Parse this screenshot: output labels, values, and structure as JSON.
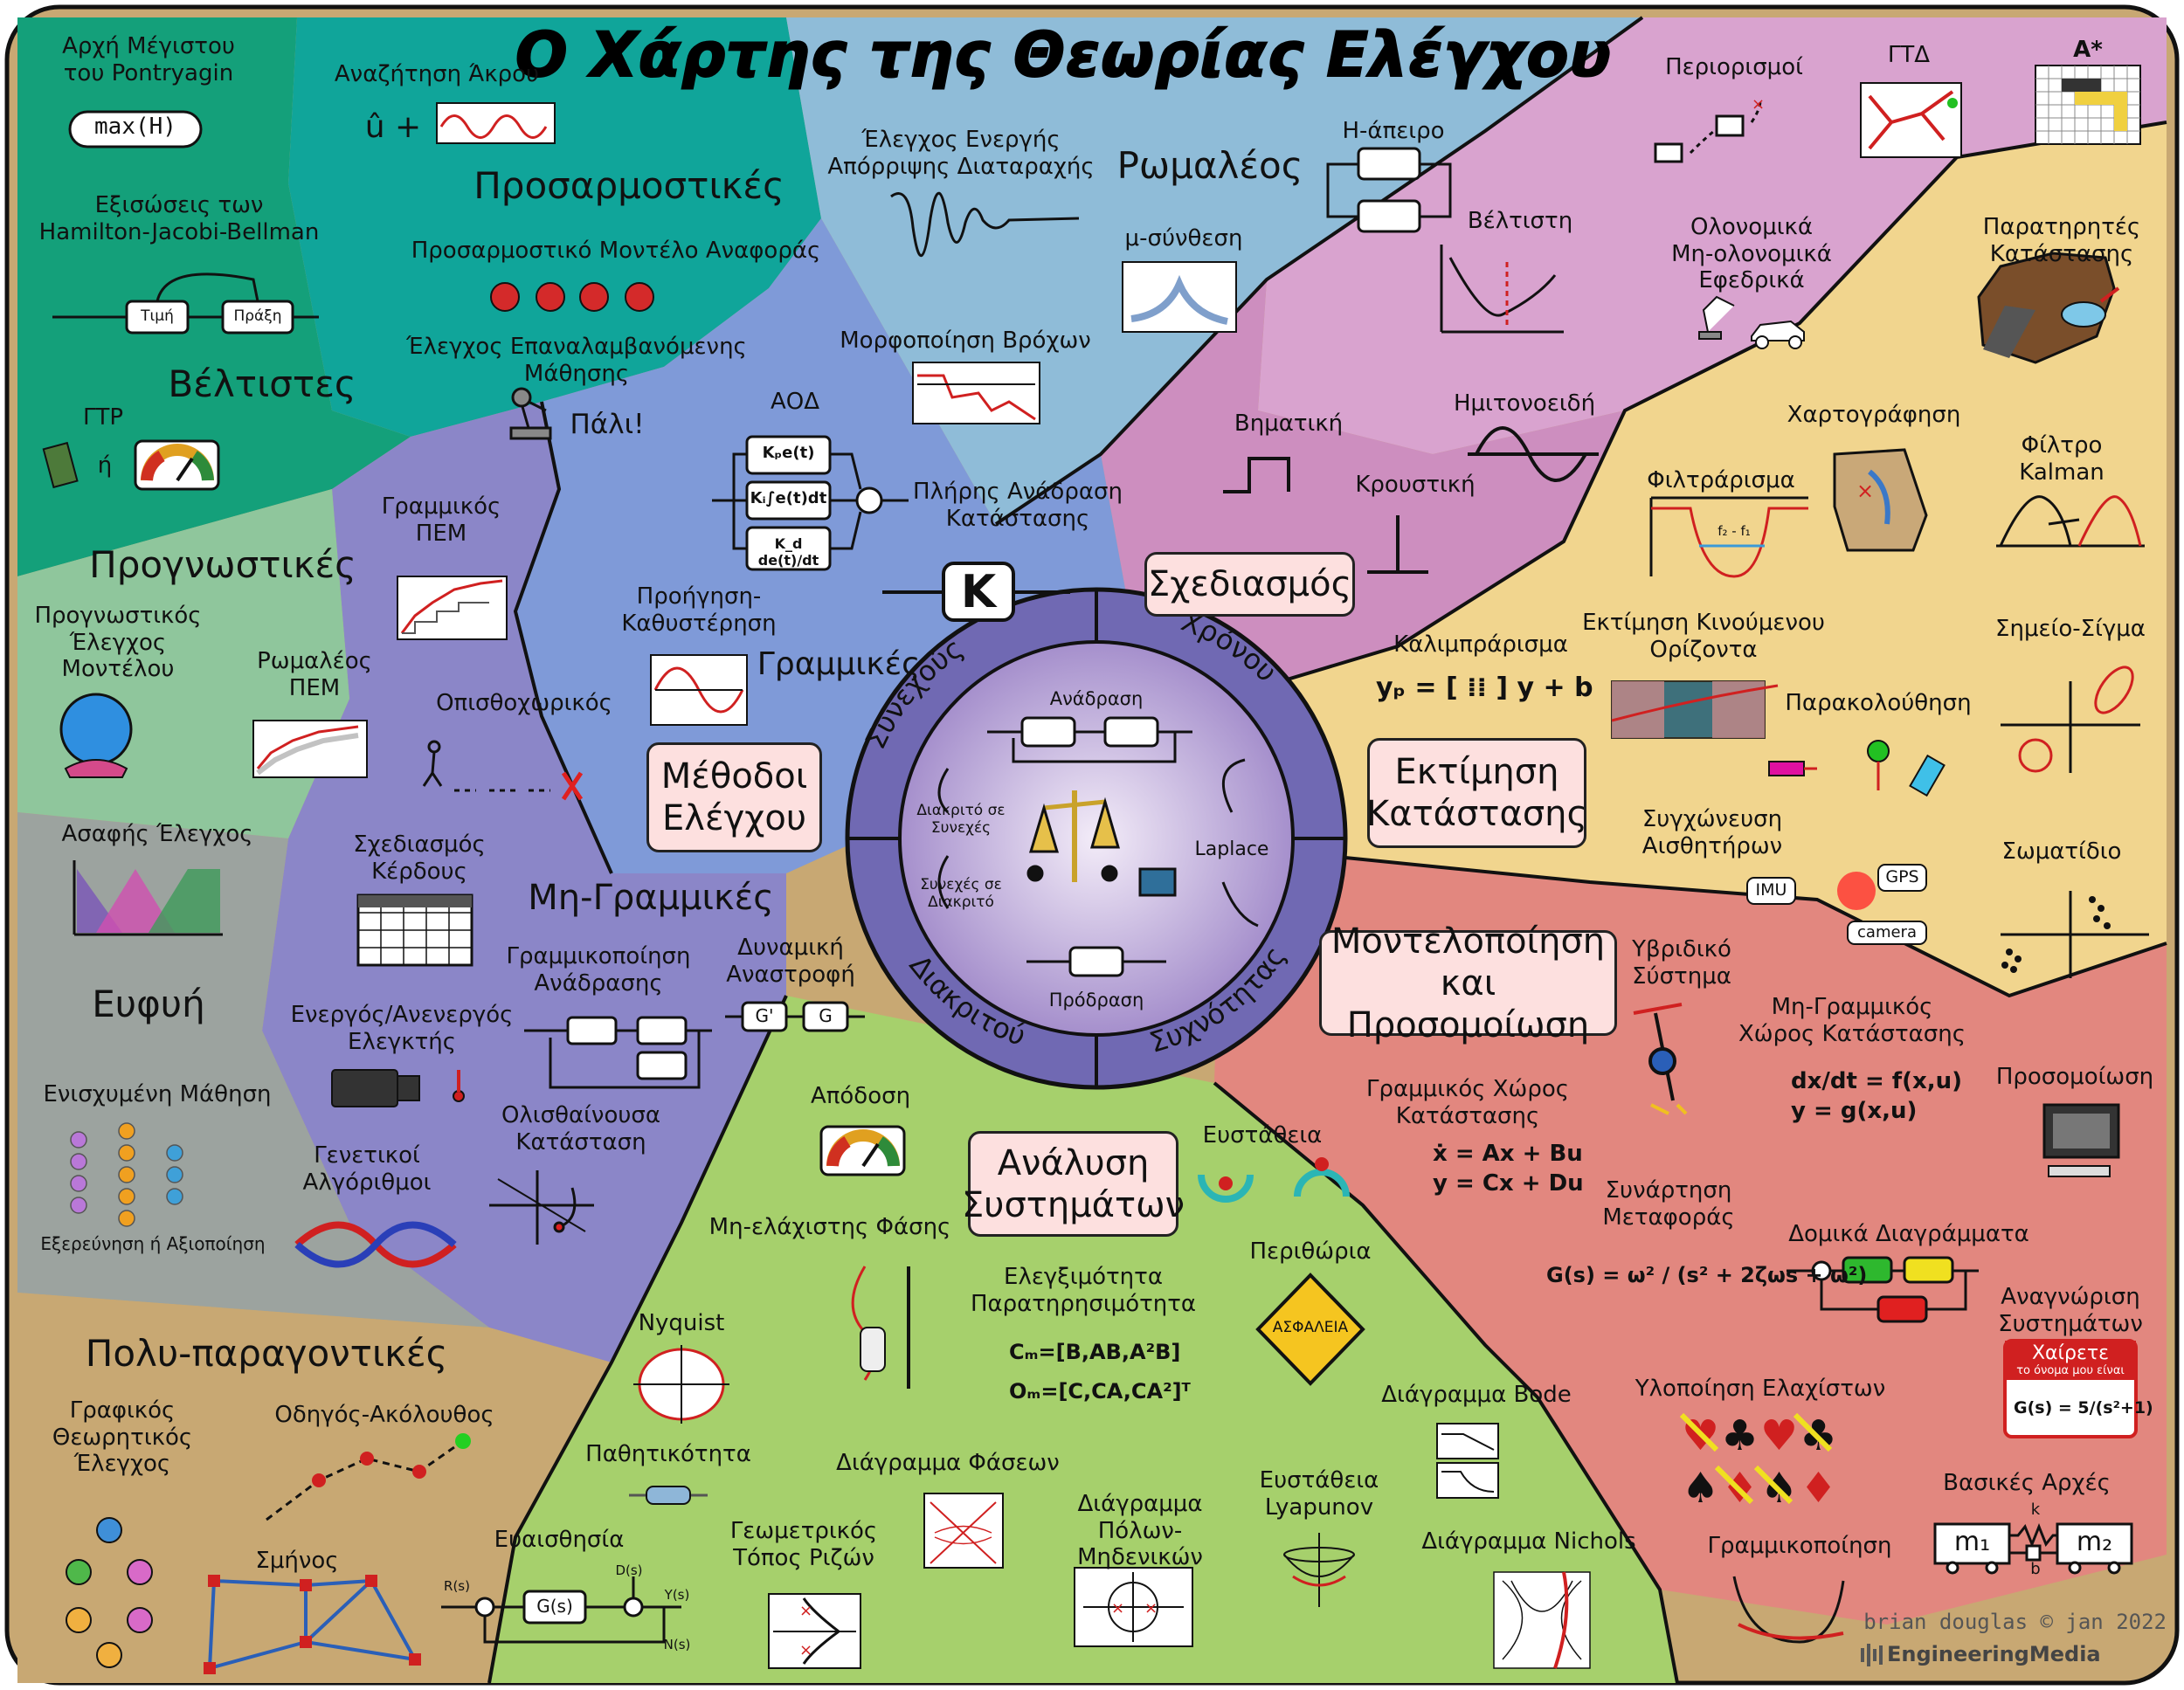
{
  "title": "Ο Χάρτης της Θεωρίας Ελέγχου",
  "colors": {
    "optimal_region": "#14a07a",
    "adaptive_region": "#10a59a",
    "robust_region": "#8fbcd8",
    "optimal_design_region": "#d9a3cf",
    "design_region": "#cd8ebf",
    "estimation_region": "#f1d58e",
    "modeling_region": "#e2877f",
    "analysis_region": "#a6d06c",
    "nonlinear_region": "#8b86c8",
    "linear_region": "#7f9ad8",
    "predictive_region": "#8fc69c",
    "intelligent_region": "#9ca39f",
    "multiagent_region": "#c8a873",
    "center_circle": "#7069b3",
    "category_box": "#fde0df"
  },
  "center": {
    "ring_top_left": "Συνεχούς",
    "ring_top_right": "Χρόνου",
    "ring_bottom_left": "Διακριτού",
    "ring_bottom_right": "Συχνότητας",
    "feedback": "Ανάδραση",
    "feedforward": "Πρόδραση",
    "d2c": "Διακριτό σε\nΣυνεχές",
    "c2d": "Συνεχές σε\nΔιακριτό",
    "laplace": "Laplace"
  },
  "categories": {
    "control_methods": "Μέθοδοι\nΕλέγχου",
    "design": "Σχεδιασμός",
    "state_estimation": "Εκτίμηση\nΚατάστασης",
    "modeling": "Μοντελοποίηση\nκαι Προσομοίωση",
    "system_analysis": "Ανάλυση\nΣυστημάτων"
  },
  "optimal": {
    "heading": "Βέλτιστες",
    "pontryagin": "Αρχή Μέγιστου\nτου Pontryagin",
    "maxh": "max(H)",
    "hjb": "Εξισώσεις των\nHamilton-Jacobi-Bellman",
    "value": "Τιμή",
    "action": "Πράξη",
    "lqr": "ΓΤΡ",
    "or": "ή"
  },
  "adaptive": {
    "heading": "Προσαρμοστικές",
    "extremum": "Αναζήτηση Άκρου",
    "u_hat": "û +",
    "mrac": "Προσαρμοστικό Μοντέλο Αναφοράς",
    "ilc": "Έλεγχος Επαναλαμβανόμενης Μάθησης",
    "again": "Πάλι!"
  },
  "robust": {
    "heading": "Ρωμαλέος",
    "adrc": "Έλεγχος Ενεργής\nΑπόρριψης Διαταραχής",
    "hinf": "Η-άπειρο",
    "mu": "μ-σύνθεση"
  },
  "linear": {
    "heading": "Γραμμικές",
    "loop_shaping": "Μορφοποίηση Βρόχων",
    "pid": "ΑΟΔ",
    "kp": "Kₚe(t)",
    "ki": "Kᵢ∫e(t)dt",
    "kd": "K_d de(t)/dt",
    "fsf": "Πλήρης Ανάδραση\nΚατάστασης",
    "lead_lag": "Προήγηση-\nΚαθυστέρηση",
    "k": "K"
  },
  "predictive": {
    "heading": "Προγνωστικές",
    "mpc": "Προγνωστικός\nΈλεγχος\nΜοντέλου",
    "linear_mpc": "Γραμμικός\nΠΕΜ",
    "robust_mpc": "Ρωμαλέος\nΠΕΜ"
  },
  "nonlinear": {
    "heading": "Μη-Γραμμικές",
    "backstepping": "Οπισθοχωρικός",
    "gain_sched": "Σχεδιασμός\nΚέρδους",
    "fb_lin": "Γραμμικοποίηση\nΑνάδρασης",
    "dyn_inv": "Δυναμική\nΑναστροφή",
    "bang_bang": "Ενεργός/Ανενεργός\nΕλεγκτής",
    "sliding": "Ολισθαίνουσα\nΚατάσταση",
    "g_inv": "G'",
    "g": "G"
  },
  "intelligent": {
    "heading": "Ευφυή",
    "fuzzy": "Ασαφής Έλεγχος",
    "rl": "Ενισχυμένη Μάθηση",
    "explore": "Εξερεύνηση ή Αξιοποίηση",
    "genetic": "Γενετικοί\nΑλγόριθμοι"
  },
  "multiagent": {
    "heading": "Πολυ-παραγοντικές",
    "graph": "Γραφικός\nΘεωρητικός\nΈλεγχος",
    "leader": "Οδηγός-Ακόλουθος",
    "swarm": "Σμήνος"
  },
  "analysis": {
    "performance": "Απόδοση",
    "stability": "Ευστάθεια",
    "min_phase": "Μη-ελάχιστης Φάσης",
    "ctrb_obsv": "Ελεγξιμότητα\nΠαρατηρησιμότητα",
    "cm": "Cₘ=[B,AB,A²B]",
    "om": "Oₘ=[C,CA,CA²]ᵀ",
    "margins": "Περιθώρια",
    "safety": "ΑΣΦΑΛΕΙΑ",
    "nyquist": "Nyquist",
    "passivity": "Παθητικότητα",
    "phase_portrait": "Διάγραμμα Φάσεων",
    "bode": "Διάγραμμα Bode",
    "lyapunov": "Ευστάθεια\nLyapunov",
    "sensitivity": "Ευαισθησία",
    "root_locus": "Γεωμετρικός\nΤόπος Ριζών",
    "pole_zero": "Διάγραμμα\nΠόλων-Μηδενικών",
    "nichols": "Διάγραμμα Nichols",
    "r_s": "R(s)",
    "g_s": "G(s)",
    "d_s": "D(s)",
    "y_s": "Y(s)",
    "n_s": "N(s)"
  },
  "design": {
    "optimal": "Βέλτιστη",
    "step": "Βηματική",
    "sine": "Ημιτονοειδή",
    "impulse": "Κρουστική",
    "constraints": "Περιορισμοί",
    "rrt": "ΓΤΔ",
    "astar": "A*",
    "holonomic": "Ολονομικά\nΜη-ολονομικά\nΕφεδρικά"
  },
  "estimation": {
    "observers": "Παρατηρητές\nΚατάστασης",
    "mapping": "Χαρτογράφηση",
    "filtering": "Φιλτράρισμα",
    "f2f1": "f₂ - f₁",
    "kalman": "Φίλτρο\nKalman",
    "mhe": "Εκτίμηση Κινούμενου\nΟρίζοντα",
    "calibration": "Καλιμπράρισμα",
    "calib_eq": "yₚ = [ ⁞⁞ ] y + b",
    "tracking": "Παρακολούθηση",
    "sigma": "Σημείο-Σίγμα",
    "fusion": "Συγχώνευση\nΑισθητήρων",
    "imu": "IMU",
    "gps": "GPS",
    "camera": "camera",
    "particle": "Σωματίδιο"
  },
  "modeling": {
    "hybrid": "Υβριδικό\nΣύστημα",
    "nl_ss": "Μη-Γραμμικός\nΧώρος Κατάστασης",
    "nl_eq": "dx/dt = f(x,u)\ny = g(x,u)",
    "lin_ss": "Γραμμικός Χώρος\nΚατάστασης",
    "lin_eq": "ẋ = Ax + Bu\ny = Cx + Du",
    "simulation": "Προσομοίωση",
    "tf": "Συνάρτηση\nΜεταφοράς",
    "tf_eq": "G(s) = ω² / (s² + 2ζωs + ω²)",
    "block_diag": "Δομικά Διαγράμματα",
    "sys_id": "Αναγνώριση\nΣυστημάτων",
    "hello": "Χαίρετε",
    "my_name": "το όνομα μου είναι",
    "gs_badge": "G(s) = 5/(s²+1)",
    "least_squares": "Υλοποίηση Ελαχίστων",
    "fundamentals": "Βασικές Αρχές",
    "linearization": "Γραμμικοποίηση",
    "m1": "m₁",
    "m2": "m₂",
    "k": "k",
    "b": "b"
  },
  "credit": {
    "author": "brian douglas © jan 2022",
    "brand": "EngineeringMedia"
  }
}
